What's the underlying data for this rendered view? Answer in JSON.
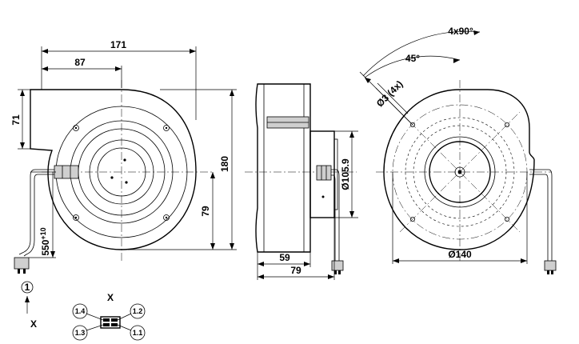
{
  "front_view": {
    "width_overall": "171",
    "width_to_center": "87",
    "height_top_offset": "71",
    "height_overall": "180",
    "height_center_to_bottom": "79",
    "cable_length": "550",
    "cable_length_tolerance": "+10"
  },
  "side_view": {
    "depth_inner": "59",
    "depth_overall": "79",
    "hub_diameter": "Ø105.9"
  },
  "rear_view": {
    "angle_pattern": "4x90°",
    "angle_offset": "45°",
    "hole_spec": "Ø3 (4x)",
    "outer_diameter": "Ø140"
  },
  "connector": {
    "callout": "1",
    "view_label": "X",
    "arrow_label": "X",
    "pins": [
      "1.4",
      "1.2",
      "1.3",
      "1.1"
    ]
  }
}
